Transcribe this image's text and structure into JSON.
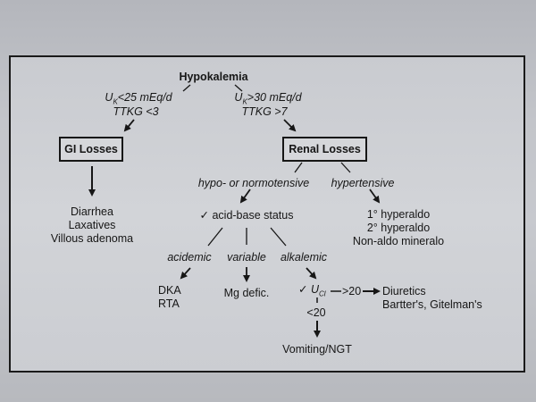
{
  "root": "Hypokalemia",
  "left_condition": {
    "line1_var": "U",
    "line1_sub": "K",
    "line1_rest": "<25 mEq/d",
    "line2": "TTKG <3"
  },
  "right_condition": {
    "line1_var": "U",
    "line1_sub": "K",
    "line1_rest": ">30 mEq/d",
    "line2": "TTKG >7"
  },
  "gi_box": "GI Losses",
  "renal_box": "Renal Losses",
  "gi_causes": [
    "Diarrhea",
    "Laxatives",
    "Villous adenoma"
  ],
  "bp_normal": "hypo- or normotensive",
  "bp_high": "hypertensive",
  "htn_causes": [
    "1° hyperaldo",
    "2° hyperaldo",
    "Non-aldo mineralo"
  ],
  "acid_base": "✓ acid-base status",
  "acidemic": "acidemic",
  "variable": "variable",
  "alkalemic": "alkalemic",
  "acidemic_causes": [
    "DKA",
    "RTA"
  ],
  "variable_cause": "Mg defic.",
  "ucl": {
    "check": "✓",
    "var": "U",
    "sub": "Cl",
    "gt": ">20",
    "lt": "<20"
  },
  "diuretic_causes": [
    "Diuretics",
    "Bartter's, Gitelman's"
  ],
  "vomiting": "Vomiting/NGT"
}
